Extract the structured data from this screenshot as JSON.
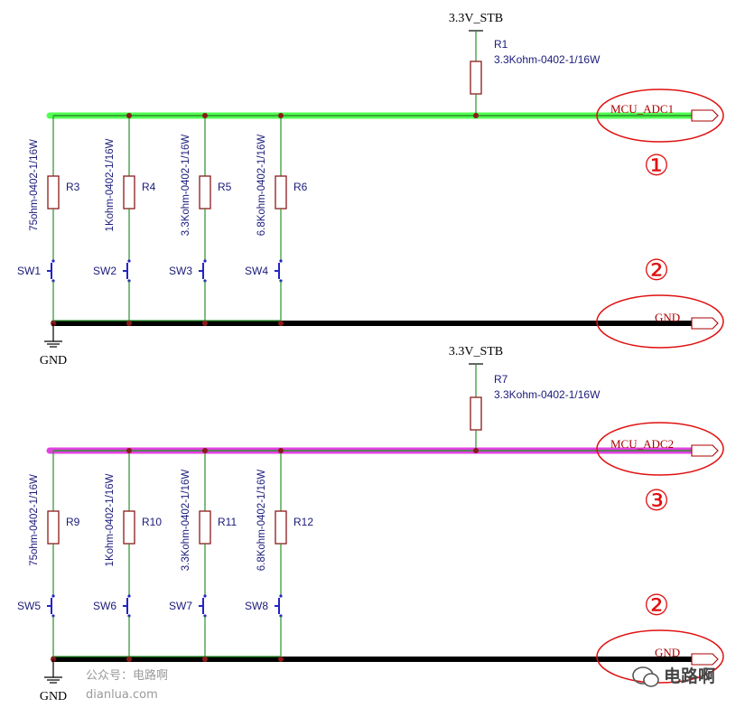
{
  "colors": {
    "wire": "#2a8f2a",
    "net1_highlight": "#33ff33",
    "net2_highlight": "#dd22dd",
    "gnd_bus": "#000000",
    "component": "#8b1a1a",
    "switch": "#2323c8",
    "label_blue": "#1a1a7a",
    "netlabel": "#aa0000",
    "annotation": "#e01010",
    "watermark": "#9a9a9a"
  },
  "circuits": [
    {
      "id": "top",
      "power_label": "3.3V_STB",
      "pullup": {
        "designator": "R1",
        "value": "3.3Kohm-0402-1/16W"
      },
      "net_label": "MCU_ADC1",
      "net_marker": "①",
      "gnd_net_label": "GND",
      "gnd_marker": "②",
      "gnd_symbol_label": "GND",
      "branches": [
        {
          "resistor": "R3",
          "value": "75ohm-0402-1/16W",
          "switch": "SW1"
        },
        {
          "resistor": "R4",
          "value": "1Kohm-0402-1/16W",
          "switch": "SW2"
        },
        {
          "resistor": "R5",
          "value": "3.3Kohm-0402-1/16W",
          "switch": "SW3"
        },
        {
          "resistor": "R6",
          "value": "6.8Kohm-0402-1/16W",
          "switch": "SW4"
        }
      ]
    },
    {
      "id": "bottom",
      "power_label": "3.3V_STB",
      "pullup": {
        "designator": "R7",
        "value": "3.3Kohm-0402-1/16W"
      },
      "net_label": "MCU_ADC2",
      "net_marker": "③",
      "gnd_net_label": "GND",
      "gnd_marker": "②",
      "gnd_symbol_label": "GND",
      "branches": [
        {
          "resistor": "R9",
          "value": "75ohm-0402-1/16W",
          "switch": "SW5"
        },
        {
          "resistor": "R10",
          "value": "1Kohm-0402-1/16W",
          "switch": "SW6"
        },
        {
          "resistor": "R11",
          "value": "3.3Kohm-0402-1/16W",
          "switch": "SW7"
        },
        {
          "resistor": "R12",
          "value": "6.8Kohm-0402-1/16W",
          "switch": "SW8"
        }
      ]
    }
  ],
  "watermark": {
    "left_line1": "公众号：电路啊",
    "left_line2": "dianlua.com",
    "right_logo_text": "电路啊",
    "logo_icon": "wechat-icon"
  }
}
